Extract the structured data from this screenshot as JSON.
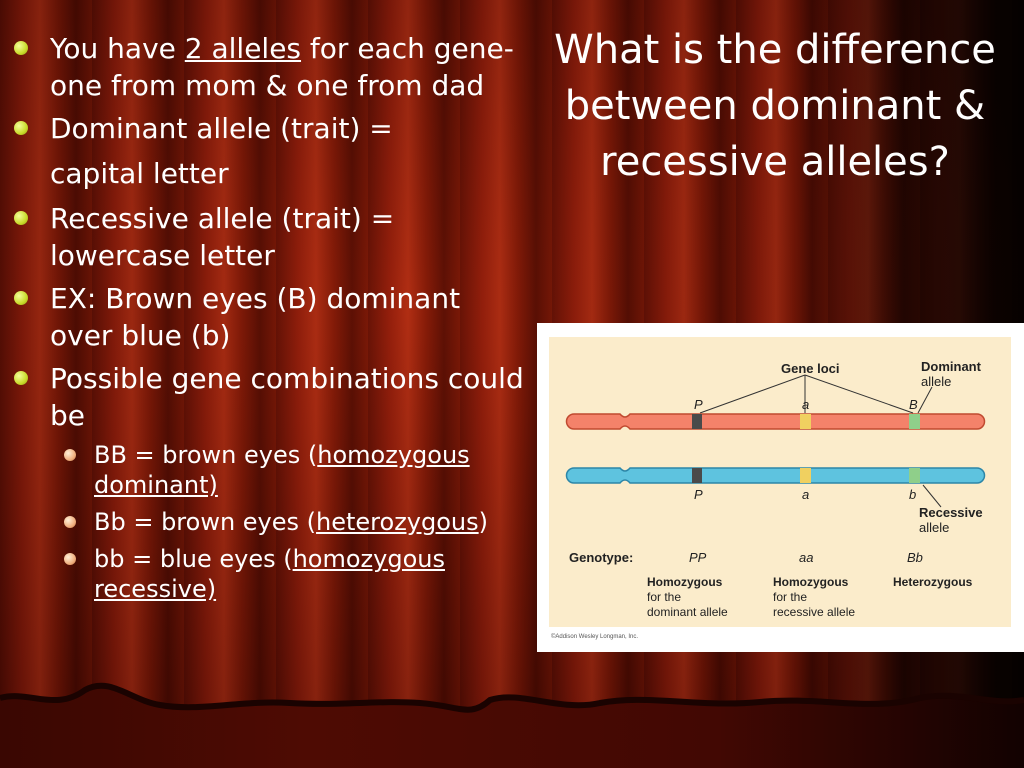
{
  "title": "What is the difference between dominant & recessive alleles?",
  "bullets": {
    "b1": {
      "t1": "You have ",
      "link": "2 alleles",
      "t2": " for each gene- one from mom & one from dad"
    },
    "b2": {
      "line1": "Dominant allele (trait) =",
      "line2": "capital letter"
    },
    "b3": {
      "text": "Recessive allele (trait) = lowercase letter"
    },
    "b4": {
      "text": "EX:  Brown eyes (B) dominant over blue (b)"
    },
    "b5": {
      "text": "Possible gene combinations could be"
    },
    "sub": [
      {
        "pre": "BB = brown eyes (",
        "term": "homozygous dominant)",
        "post": ""
      },
      {
        "pre": "Bb = brown eyes (",
        "term": "heterozygous",
        "post": ")"
      },
      {
        "pre": "bb = blue eyes (",
        "term": "homozygous recessive)",
        "post": ""
      }
    ]
  },
  "figure": {
    "gene_loci": "Gene loci",
    "dominant_l1": "Dominant",
    "dominant_l2": "allele",
    "recessive_l1": "Recessive",
    "recessive_l2": "allele",
    "top_labels": [
      "P",
      "a",
      "B"
    ],
    "bottom_labels": [
      "P",
      "a",
      "b"
    ],
    "genotype_label": "Genotype:",
    "genotypes": [
      "PP",
      "aa",
      "Bb"
    ],
    "desc1": [
      "Homozygous",
      "for the",
      "dominant allele"
    ],
    "desc2": [
      "Homozygous",
      "for the",
      "recessive allele"
    ],
    "desc3": [
      "Heterozygous"
    ],
    "copyright": "©Addison Wesley Longman, Inc.",
    "colors": {
      "background": "#fbeccb",
      "top_chromosome": "#f4826a",
      "bottom_chromosome": "#5ec3df",
      "locus_p": "#4a4a4a",
      "locus_a": "#f0d060",
      "locus_b": "#8fcf8a"
    }
  }
}
